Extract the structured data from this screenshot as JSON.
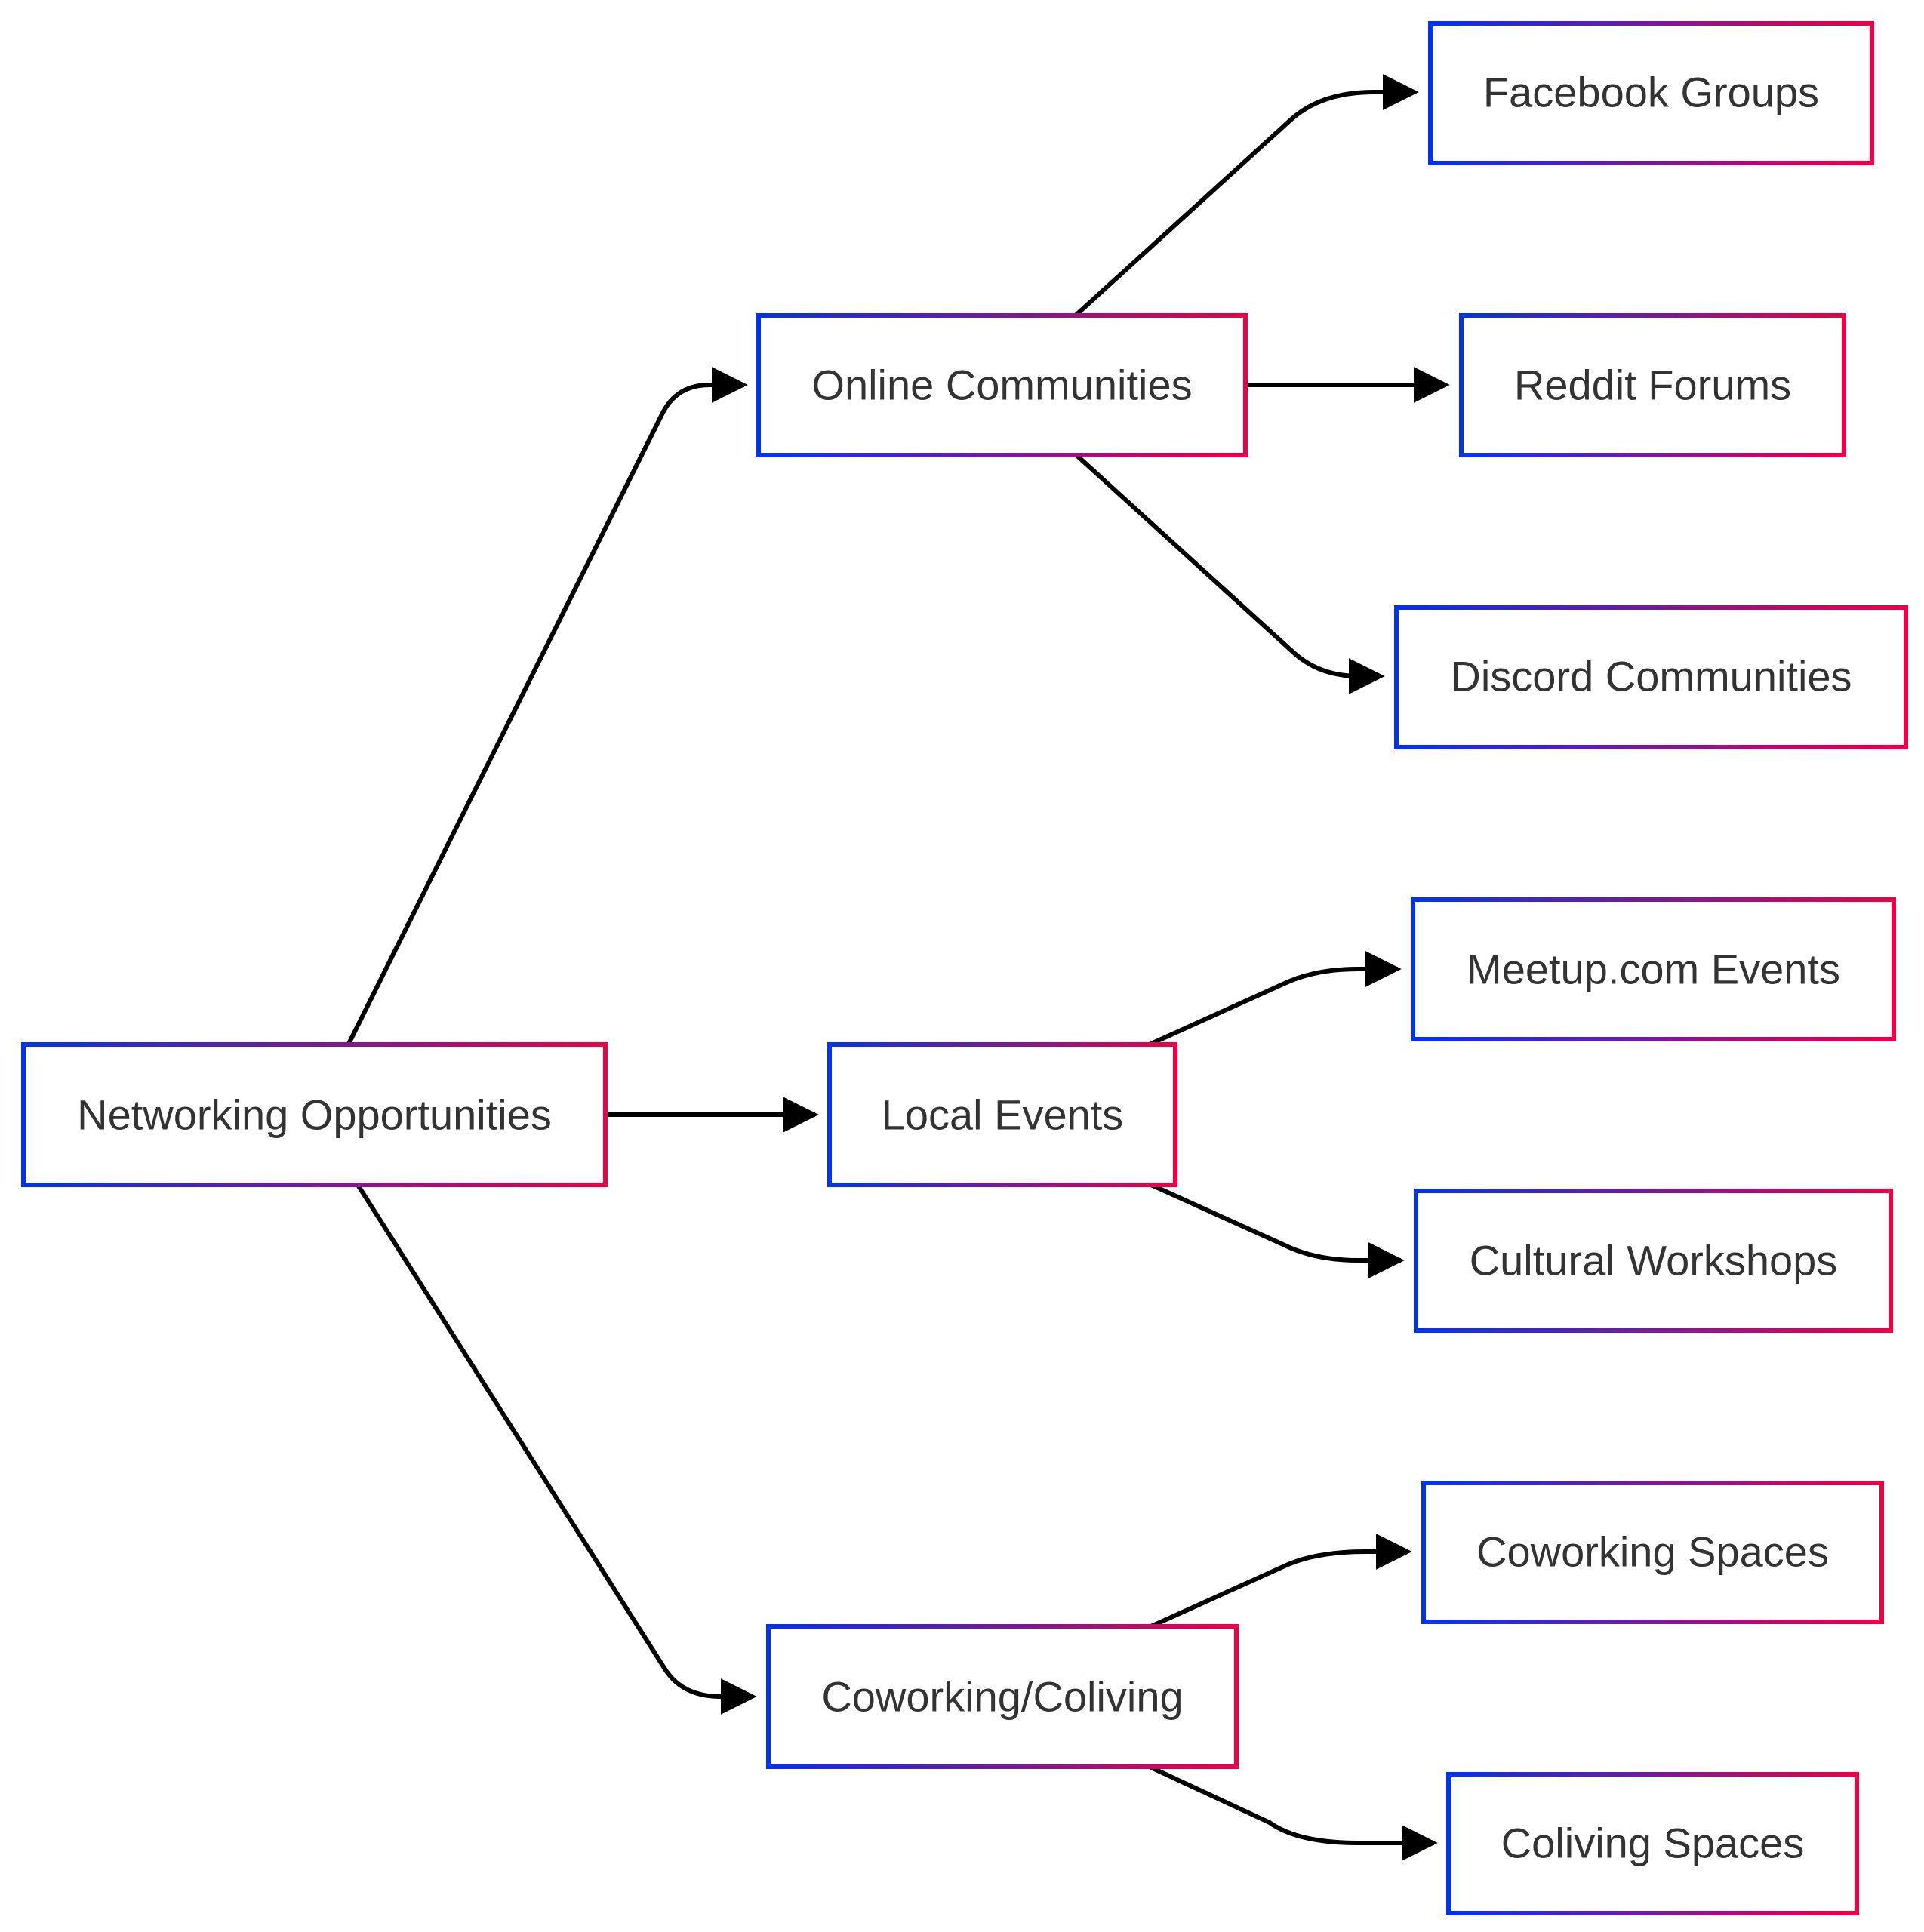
{
  "diagram": {
    "type": "flowchart",
    "colors": {
      "border_gradient_start": "#0033ee",
      "border_gradient_end": "#ee0044",
      "edge": "#000000",
      "text": "#333333",
      "background": "#ffffff"
    },
    "nodes": {
      "networking": {
        "label": "Networking Opportunities"
      },
      "online": {
        "label": "Online Communities"
      },
      "local": {
        "label": "Local Events"
      },
      "cowork_coliving": {
        "label": "Coworking/Coliving"
      },
      "facebook": {
        "label": "Facebook Groups"
      },
      "reddit": {
        "label": "Reddit Forums"
      },
      "discord": {
        "label": "Discord Communities"
      },
      "meetup": {
        "label": "Meetup.com Events"
      },
      "cultural": {
        "label": "Cultural Workshops"
      },
      "coworking": {
        "label": "Coworking Spaces"
      },
      "coliving": {
        "label": "Coliving Spaces"
      }
    },
    "edges": [
      {
        "from": "networking",
        "to": "online"
      },
      {
        "from": "networking",
        "to": "local"
      },
      {
        "from": "networking",
        "to": "cowork_coliving"
      },
      {
        "from": "online",
        "to": "facebook"
      },
      {
        "from": "online",
        "to": "reddit"
      },
      {
        "from": "online",
        "to": "discord"
      },
      {
        "from": "local",
        "to": "meetup"
      },
      {
        "from": "local",
        "to": "cultural"
      },
      {
        "from": "cowork_coliving",
        "to": "coworking"
      },
      {
        "from": "cowork_coliving",
        "to": "coliving"
      }
    ]
  }
}
